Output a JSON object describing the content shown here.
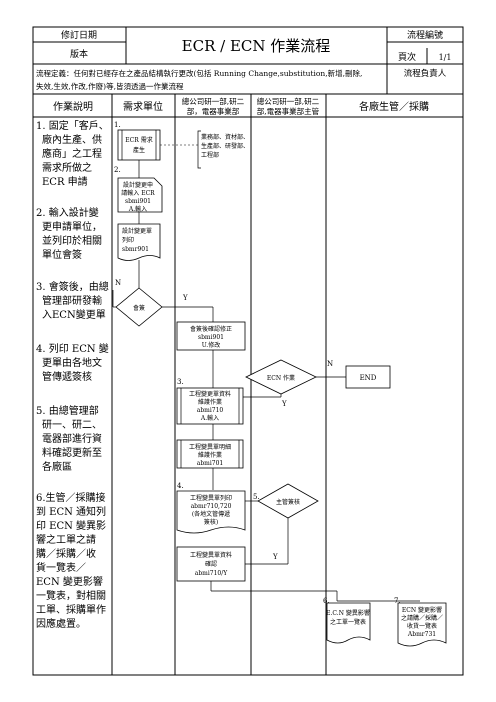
{
  "header": {
    "revision_date_label": "修訂日期",
    "version_label": "版本",
    "title": "ECR / ECN 作業流程",
    "flow_number_label": "流程編號",
    "page_label": "頁次",
    "page_value": "1/1",
    "definition_line1": "流程定義：任何對已經存在之產品結構執行更改(包括 Running  Change,substitution,新增,刪除,",
    "definition_line2": "失效,生效,作改,作廢)等,皆須透過一作業流程",
    "owner_label": "流程負責人"
  },
  "columns": {
    "description": "作業說明",
    "requesting_unit": "需求單位",
    "rd_line1": "總公司研一部,研二",
    "rd_line2": "部，電器事業部",
    "rd_mgr_line1": "總公司研一部,研二",
    "rd_mgr_line2": "部,電器事業部主管",
    "factory": "各廠生管／採購"
  },
  "description_steps": [
    {
      "lines": [
        "1. 固定「客戶、",
        "廠內生產、供",
        "應商」之工程",
        "需求所做之",
        "ECR 申請"
      ]
    },
    {
      "lines": [
        "2. 輸入設計變",
        "更申請單位，",
        "並列印於相關",
        "單位會簽"
      ]
    },
    {
      "lines": [
        "3. 會簽後，由總",
        "管理部研發輸",
        "入ECN變更單"
      ]
    },
    {
      "lines": [
        "4. 列印 ECN 變",
        "更單由各地文",
        "管傳遞簽核"
      ]
    },
    {
      "lines": [
        "5. 由總管理部",
        "研一、研二、",
        "電器部進行資",
        "料確認更新至",
        "各廠區"
      ]
    },
    {
      "lines": [
        "6.生管／採購接",
        "到 ECN 通知列",
        "印 ECN 變異影",
        "響之工單之請",
        "購／採購／收",
        "貨一覽表／",
        "ECN 變更影響",
        "一覽表，對相關",
        "工單、採購單作",
        "因應處置。"
      ]
    }
  ],
  "flow": {
    "step1_num": "1.",
    "ecr_lines": [
      "ECR 需求",
      "產生"
    ],
    "note_lines": [
      "業務部、資材部、",
      "生產部、研發部、",
      "工程部"
    ],
    "step2_num": "2.",
    "input_lines": [
      "設計變更申",
      "請輸入 ECR",
      "sbmi901",
      "A.輸入"
    ],
    "print_lines": [
      "設計變更單",
      "列印",
      "sbmr901"
    ],
    "sign_label": "會簽",
    "n_label": "N",
    "y_label": "Y",
    "confirm_lines": [
      "會簽後確認修正",
      "sbmi901",
      "U.修改"
    ],
    "step3_num": "3.",
    "ecn_data_lines": [
      "工程變更單資料",
      "維護作業",
      "abmi710",
      "A.輸入"
    ],
    "ecn_detail_lines": [
      "工程變異單明細",
      "維護作業",
      "abmi701"
    ],
    "step4_num": "4.",
    "ecn_print_lines": [
      "工程變異單列印",
      "abmr710,720",
      "(各地文管傳遞",
      "簽核)"
    ],
    "step5_num": "5.",
    "supervisor_label": "主管簽核",
    "ecn_confirm_lines": [
      "工程變異單資料",
      "確認",
      "abmi710/Y"
    ],
    "ecn_decision_label": "ECN 作業",
    "end_label": "END",
    "step6_num": "6.",
    "report1_lines": [
      "E.C.N 變異影響",
      "之工單一覽表"
    ],
    "step7_num": "7.",
    "report2_lines": [
      "ECN 變更影響",
      "之請購／採購／",
      "收貨一覽表",
      "Abmr731"
    ]
  }
}
